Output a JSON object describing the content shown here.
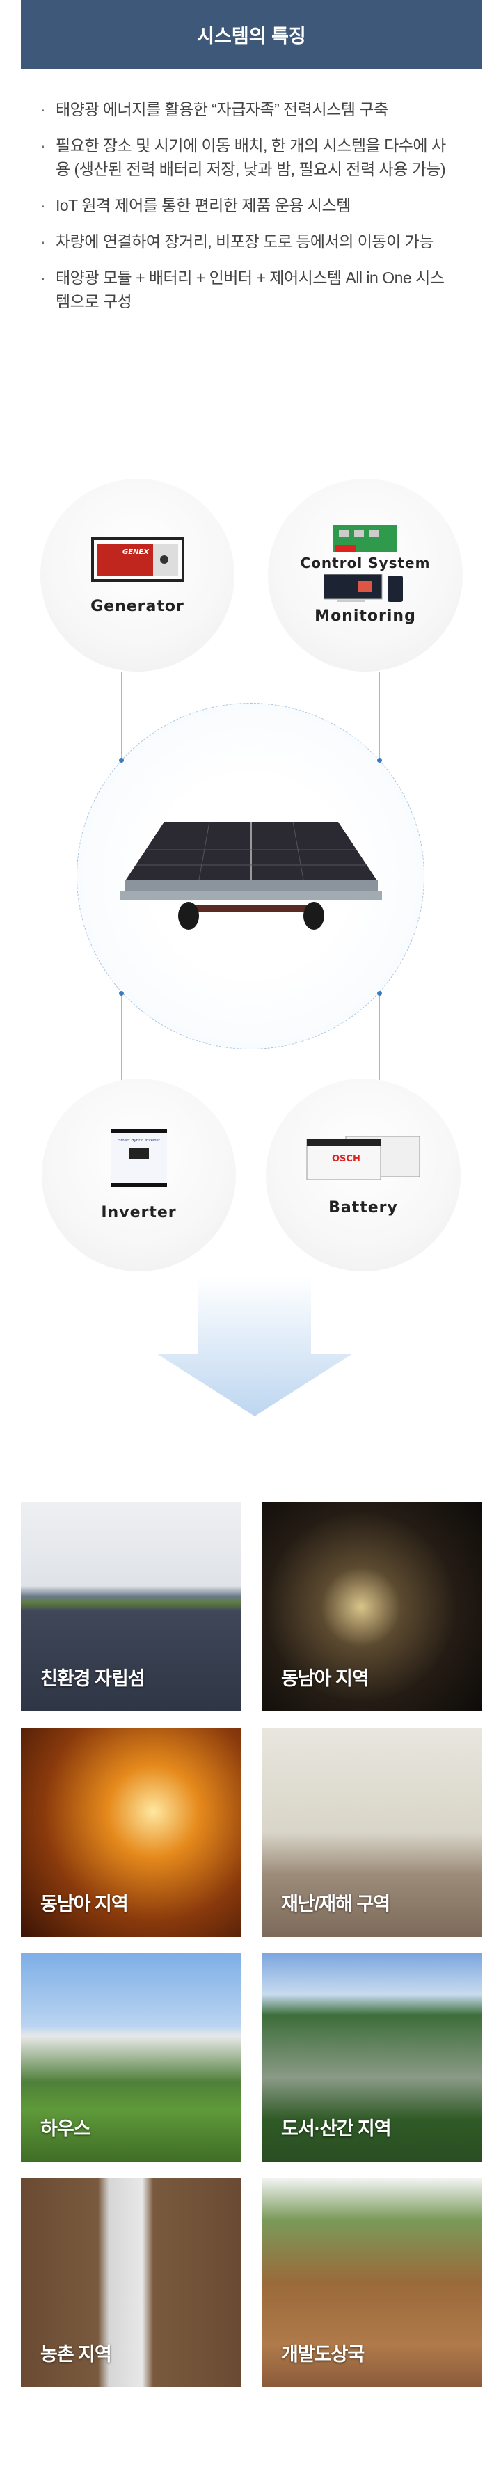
{
  "header": {
    "title": "시스템의 특징"
  },
  "features": [
    "태양광 에너지를 활용한 “자급자족” 전력시스템 구축",
    "필요한 장소 및 시기에 이동 배치, 한 개의 시스템을 다수에 사용 (생산된 전력 배터리 저장, 낮과 밤, 필요시 전력 사용 가능)",
    "IoT 원격 제어를 통한 편리한 제품 운용 시스템",
    "차량에 연결하여 장거리, 비포장 도로 등에서의 이동이 가능",
    "태양광 모듈 + 배터리 + 인버터 + 제어시스템 All in One 시스템으로 구성"
  ],
  "diagram": {
    "generator": "Generator",
    "control": "Control System",
    "monitoring": "Monitoring",
    "inverter": "Inverter",
    "battery": "Battery",
    "generator_brand": "GENEX",
    "inverter_text": "Smart Hybrid Inverter",
    "battery_brand": "OSCH"
  },
  "applications": [
    "친환경 자립섬",
    "동남아 지역",
    "동남아 지역",
    "재난/재해 구역",
    "하우스",
    "도서·산간 지역",
    "농촌 지역",
    "개발도상국"
  ],
  "colors": {
    "header_bg": "#3d5878",
    "accent": "#3a7cc0"
  }
}
